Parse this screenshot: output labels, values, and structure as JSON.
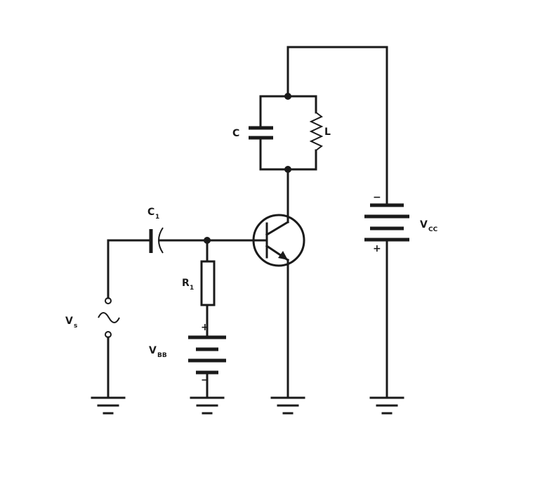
{
  "diagram": {
    "labels": {
      "capacitor_tank": "C",
      "inductor": "L",
      "coupling_capacitor": "C",
      "coupling_capacitor_sub": "1",
      "resistor": "R",
      "resistor_sub": "1",
      "source": "V",
      "source_sub": "s",
      "base_supply": "V",
      "base_supply_sub": "BB",
      "collector_supply": "V",
      "collector_supply_sub": "CC",
      "plus_base": "+",
      "minus_base": "−",
      "plus_collector": "+",
      "minus_collector": "−"
    }
  }
}
